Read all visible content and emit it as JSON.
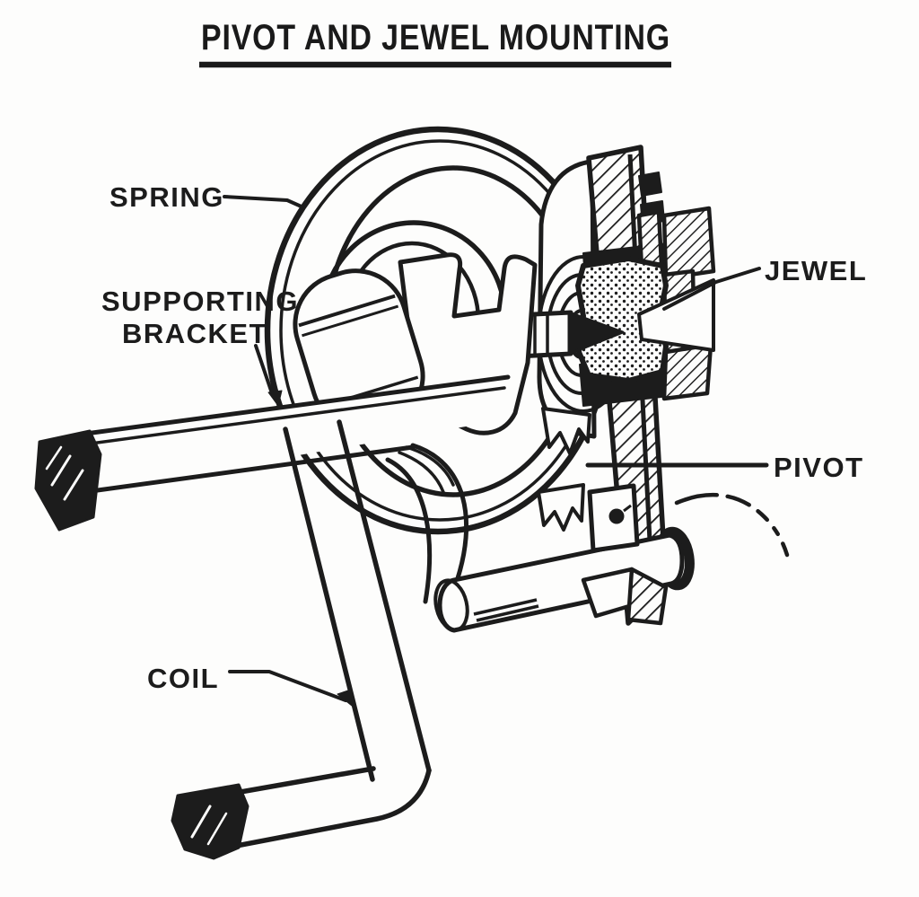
{
  "title": {
    "text": "PIVOT AND JEWEL MOUNTING"
  },
  "labels": {
    "spring": {
      "text": "SPRING"
    },
    "supporting_bracket": {
      "text": "SUPPORTING BRACKET",
      "line1": "SUPPORTING",
      "line2": "BRACKET"
    },
    "jewel": {
      "text": "JEWEL"
    },
    "pivot": {
      "text": "PIVOT"
    },
    "coil": {
      "text": "COIL"
    }
  },
  "parts": [
    "SPRING",
    "SUPPORTING BRACKET",
    "COIL",
    "JEWEL",
    "PIVOT"
  ],
  "colors": {
    "ink": "#1c1c1c",
    "paper": "#fdfdfc"
  }
}
